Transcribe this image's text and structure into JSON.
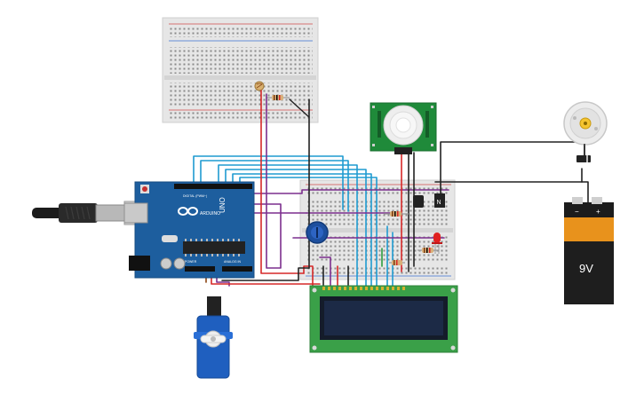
{
  "circuit": {
    "arduino": {
      "brand_text": "ARDUINO",
      "model_text": "UNO",
      "header_labels": [
        "DIGITAL (PWM~)",
        "POWER",
        "ANALOG IN"
      ]
    },
    "battery": {
      "label": "9V",
      "minus": "−",
      "plus": "+"
    },
    "lcd": {
      "pin_count": 16
    },
    "transistor": {
      "text": "N"
    },
    "colors": {
      "wire_cyan": "#1f9bd1",
      "wire_purple": "#7c2f8e",
      "wire_red": "#d62828",
      "wire_black": "#222222",
      "wire_brown": "#8b4513",
      "board_blue": "#1d5e9e",
      "pir_green": "#1f8a3a",
      "lcd_green": "#3aa048",
      "battery_orange": "#e8921c"
    },
    "components": [
      "arduino-uno",
      "breadboard-top",
      "breadboard-main",
      "pir-sensor",
      "dc-motor",
      "9v-battery",
      "lcd-16x2",
      "servo",
      "potentiometer",
      "red-led",
      "resistors",
      "usb-cable",
      "photoresistor"
    ]
  }
}
